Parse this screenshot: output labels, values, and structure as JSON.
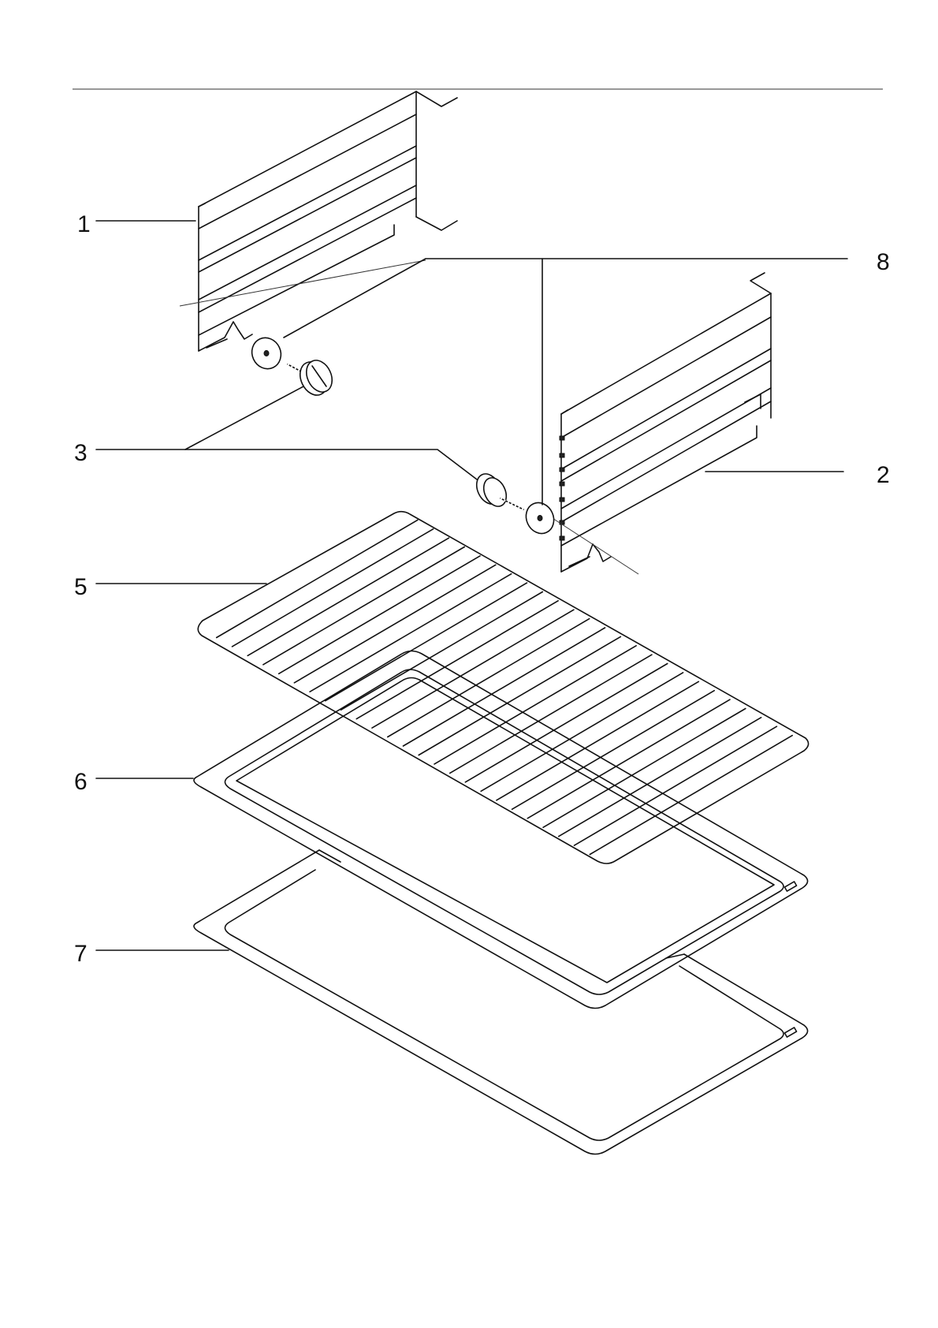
{
  "callouts": [
    {
      "id": "1",
      "text": "1"
    },
    {
      "id": "2",
      "text": "2"
    },
    {
      "id": "3",
      "text": "3"
    },
    {
      "id": "5",
      "text": "5"
    },
    {
      "id": "6",
      "text": "6"
    },
    {
      "id": "7",
      "text": "7"
    },
    {
      "id": "8",
      "text": "8"
    }
  ]
}
